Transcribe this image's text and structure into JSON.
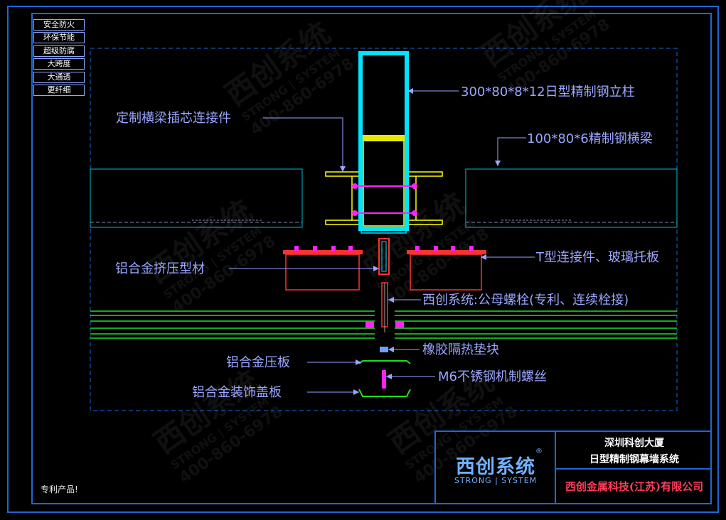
{
  "features": [
    "安全防火",
    "环保节能",
    "超级防腐",
    "大跨度",
    "大通透",
    "更纤细"
  ],
  "labels": {
    "column": "300*80*8*12日型精制钢立柱",
    "insert_connector": "定制横梁插芯连接件",
    "beam": "100*80*6精制钢横梁",
    "al_profile": "铝合金挤压型材",
    "t_connector": "T型连接件、玻璃托板",
    "bolt": "西创系统:公母螺栓(专利、连续栓接)",
    "rubber_pad": "橡胶隔热垫块",
    "pressure_plate": "铝合金压板",
    "screw": "M6不锈钢机制螺丝",
    "cover_plate": "铝合金装饰盖板"
  },
  "patent_note": "专利产品!",
  "title_block": {
    "logo_cn": "西创系统",
    "logo_reg": "®",
    "logo_en": "STRONG | SYSTEM",
    "project_line1": "深圳科创大厦",
    "project_line2": "日型精制钢幕墙系统",
    "company": "西创金属科技(江苏)有限公司"
  },
  "watermark": {
    "cn": "西创系统",
    "en": "STRONG | SYSTEM",
    "phone": "400-860-6978"
  },
  "colors": {
    "frame": "#1f66d8",
    "label": "#9aa6ff",
    "steel": "#00e5ff",
    "beam_insert": "#ffff00",
    "aluminum": "#ff3030",
    "glass": "#22dd22",
    "fastener": "#ff22ff"
  }
}
